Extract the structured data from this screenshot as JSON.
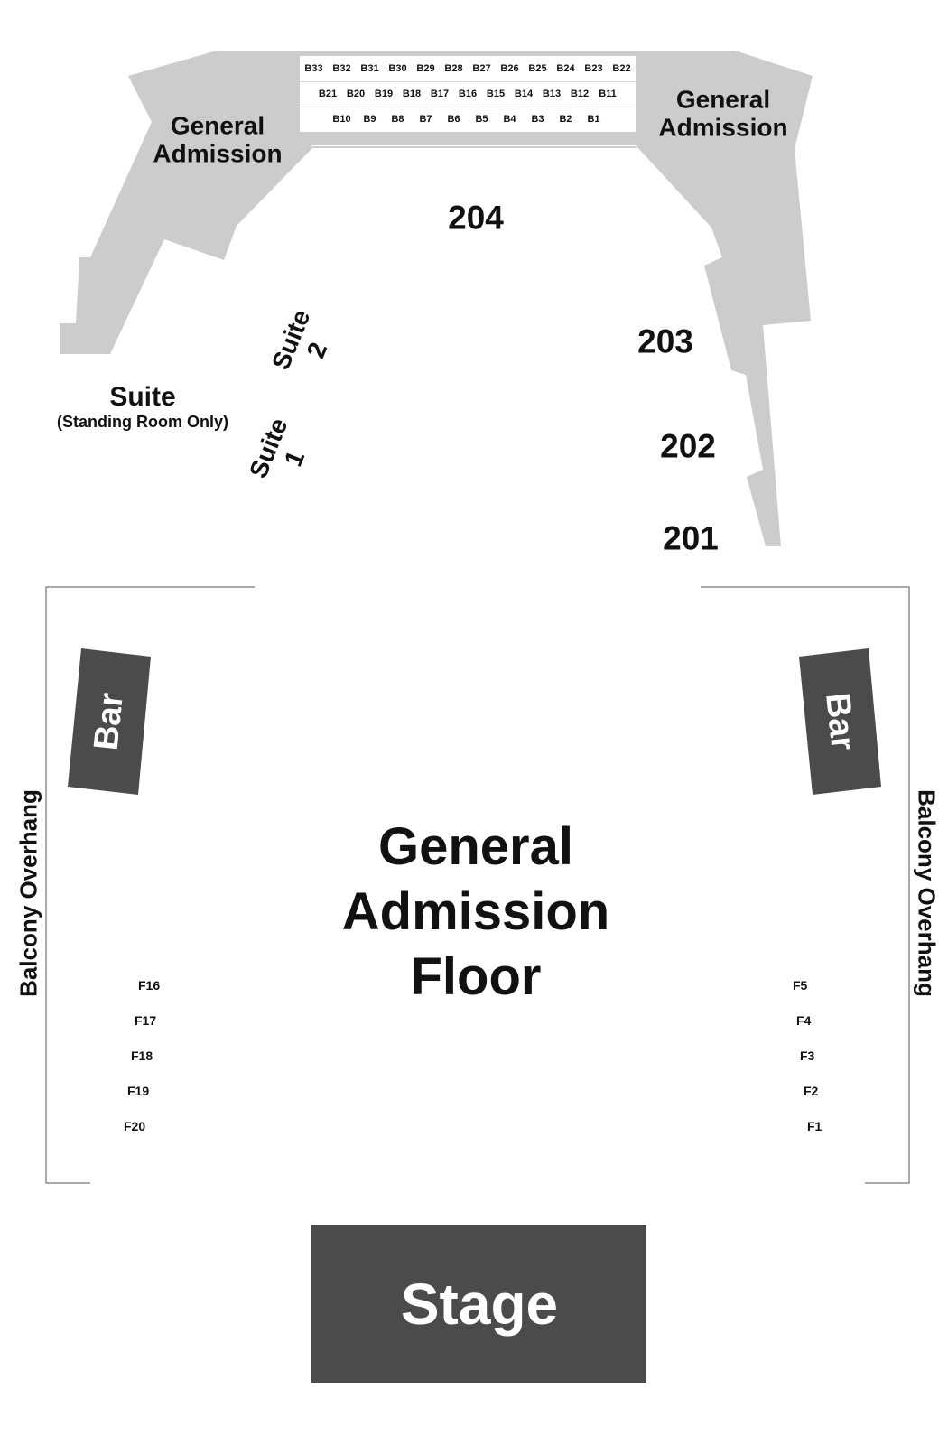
{
  "colors": {
    "balcony": "#cccccc",
    "dark_block": "#4b4b4b",
    "outline": "#555555",
    "text": "#111111",
    "light_text": "#ffffff"
  },
  "balcony": {
    "ga_left": [
      "General",
      "Admission"
    ],
    "ga_right": [
      "General",
      "Admission"
    ],
    "section_204": "204",
    "section_203": "203",
    "section_202": "202",
    "section_201": "201"
  },
  "box_seats": {
    "row1": [
      "B33",
      "B32",
      "B31",
      "B30",
      "B29",
      "B28",
      "B27",
      "B26",
      "B25",
      "B24",
      "B23",
      "B22"
    ],
    "row2": [
      "B21",
      "B20",
      "B19",
      "B18",
      "B17",
      "B16",
      "B15",
      "B14",
      "B13",
      "B12",
      "B11"
    ],
    "row3": [
      "B10",
      "B9",
      "B8",
      "B7",
      "B6",
      "B5",
      "B4",
      "B3",
      "B2",
      "B1"
    ]
  },
  "suites": {
    "suite_main": "Suite",
    "suite_main_note": "(Standing Room Only)",
    "suite_2": [
      "Suite",
      "2"
    ],
    "suite_1": [
      "Suite",
      "1"
    ]
  },
  "floor": {
    "title": [
      "General",
      "Admission",
      "Floor"
    ],
    "bar_left": "Bar",
    "bar_right": "Bar",
    "overhang_left": "Balcony Overhang",
    "overhang_right": "Balcony Overhang",
    "seats_left": [
      "F16",
      "F17",
      "F18",
      "F19",
      "F20"
    ],
    "seats_right": [
      "F5",
      "F4",
      "F3",
      "F2",
      "F1"
    ]
  },
  "stage": "Stage"
}
